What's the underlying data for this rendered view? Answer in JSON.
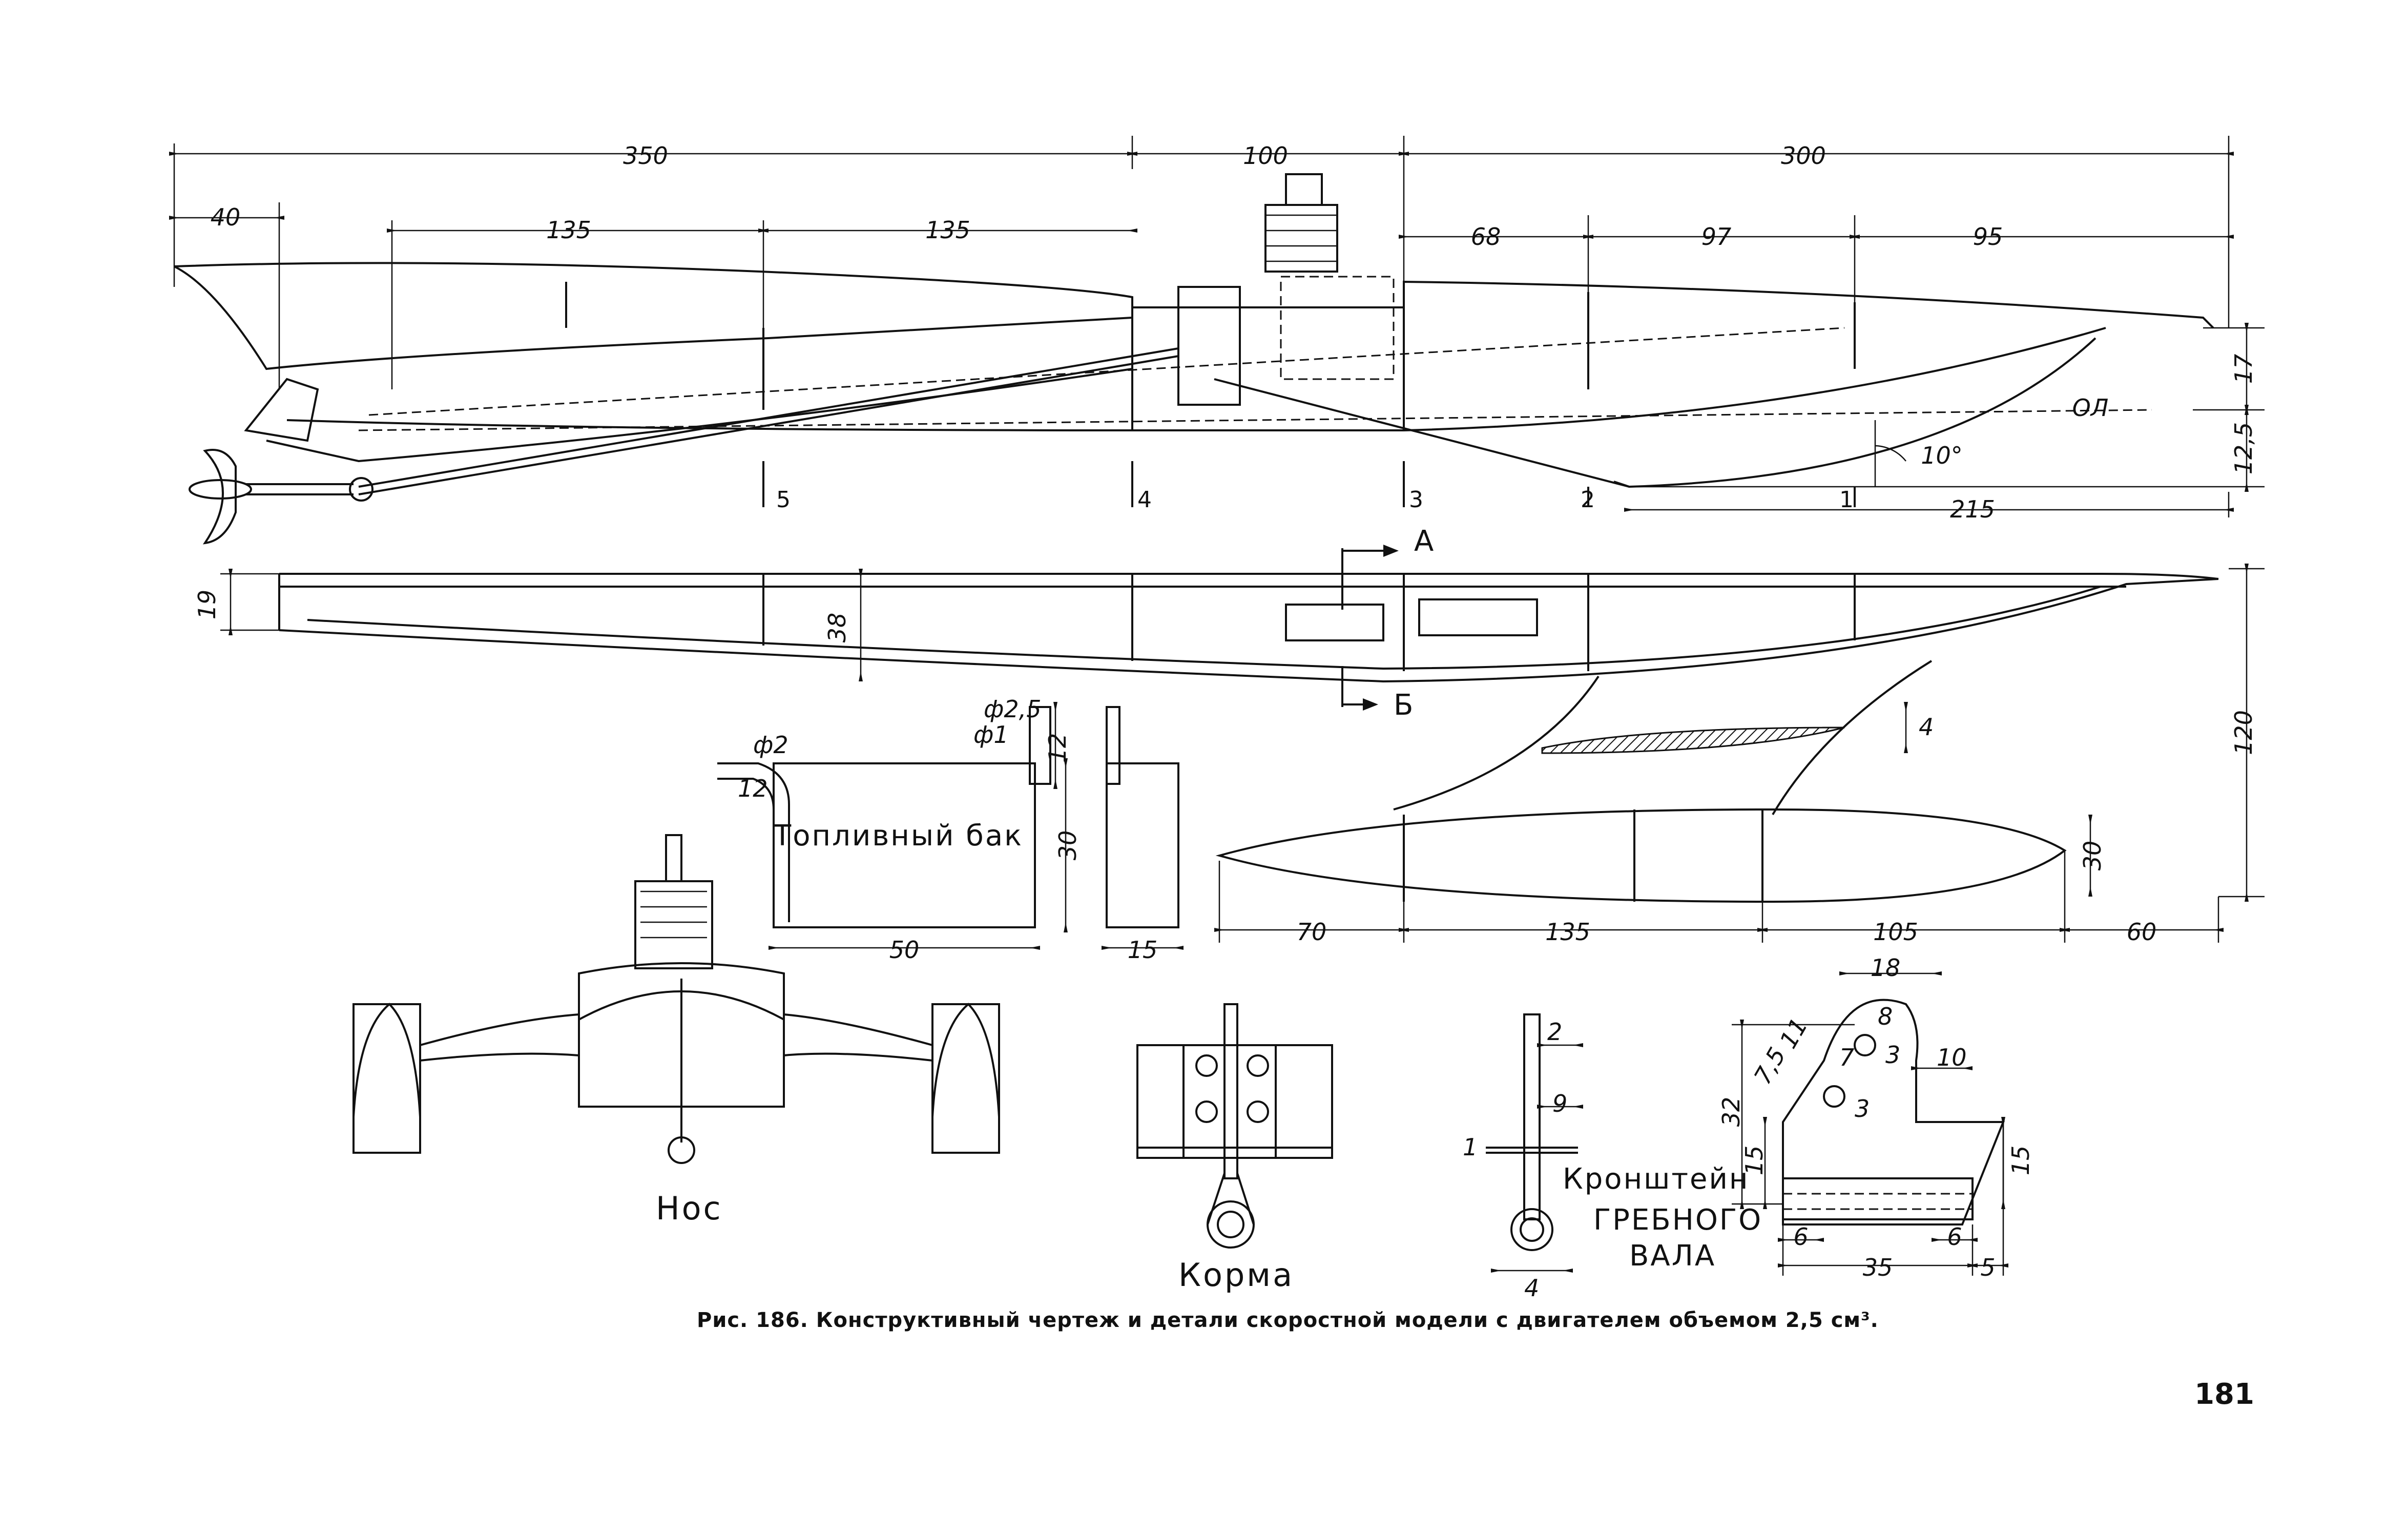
{
  "side_view": {
    "dims_top": [
      "350",
      "100",
      "300"
    ],
    "dims_second": [
      "40",
      "135",
      "135",
      "68",
      "97",
      "95"
    ],
    "dims_right": [
      "17",
      "12,5"
    ],
    "waterline": "ОЛ",
    "angle": "10°",
    "dim_bottom": "215",
    "stations": [
      "1",
      "2",
      "3",
      "4",
      "5"
    ]
  },
  "plan_view": {
    "dim_left": "19",
    "dim_inner": "38",
    "section_a": "А",
    "section_b": "Б",
    "dim_right": "120",
    "dim_small": "4",
    "dim_float": "30",
    "dims_bottom": [
      "70",
      "135",
      "105",
      "60"
    ]
  },
  "fuel_tank": {
    "label": "Топливный бак",
    "dims": [
      "ф2",
      "12",
      "ф2,5",
      "ф1",
      "12",
      "30",
      "50",
      "15"
    ]
  },
  "bow_view": {
    "label": "Нос"
  },
  "stern_view": {
    "label": "Корма"
  },
  "strut_detail": {
    "dims": [
      "2",
      "9",
      "1",
      "4"
    ]
  },
  "bracket": {
    "label_line1": "Кронштейн",
    "label_line2": "гребного",
    "label_line3": "вала",
    "dims": [
      "18",
      "8",
      "11",
      "7",
      "7,5",
      "3",
      "3",
      "10",
      "32",
      "15",
      "15",
      "6",
      "6",
      "35",
      "5"
    ]
  },
  "caption": "Рис. 186. Конструктивный чертеж и детали скоростной модели с двигателем объемом 2,5 см³.",
  "page_number": "181"
}
